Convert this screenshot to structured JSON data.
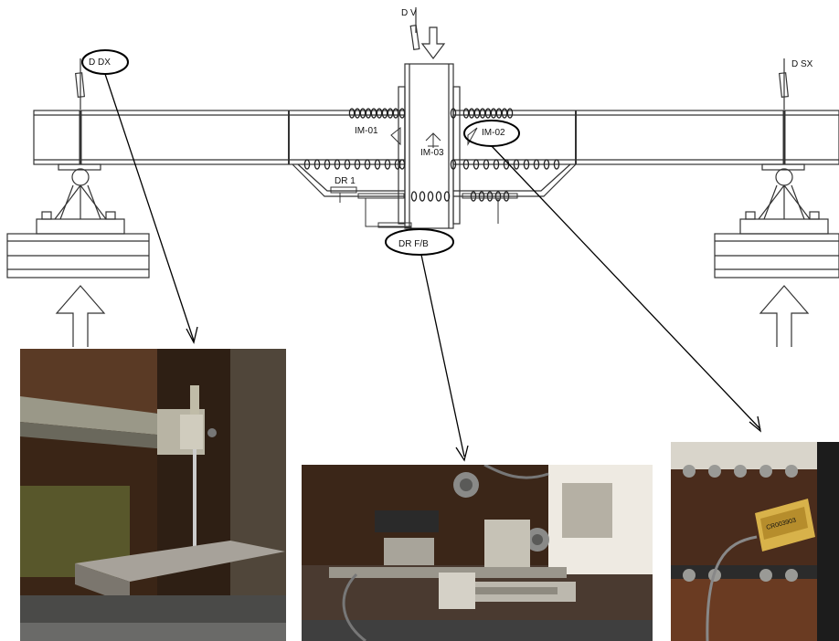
{
  "labels": {
    "load_dv": "D  V",
    "sensor_dx": "D  DX",
    "sensor_sx": "D  SX",
    "im01": "IM-01",
    "im02": "IM-02",
    "im03": "IM-03",
    "dr1": "DR 1",
    "dr_fb": "DR  F/B"
  },
  "callouts": [
    {
      "name": "callout-d-dx",
      "target": "photo-displacement-transducer"
    },
    {
      "name": "callout-dr-fb",
      "target": "photo-joint-transducers"
    },
    {
      "name": "callout-im-02",
      "target": "photo-inclinometer"
    }
  ],
  "photos": {
    "inclinometer_label": "CR003903"
  },
  "colors": {
    "line": "#000000",
    "drawing": "#3a3a3a",
    "steel_dark": "#3b2a20",
    "rust": "#6b3a22",
    "sensor_gold": "#d8b24a"
  }
}
